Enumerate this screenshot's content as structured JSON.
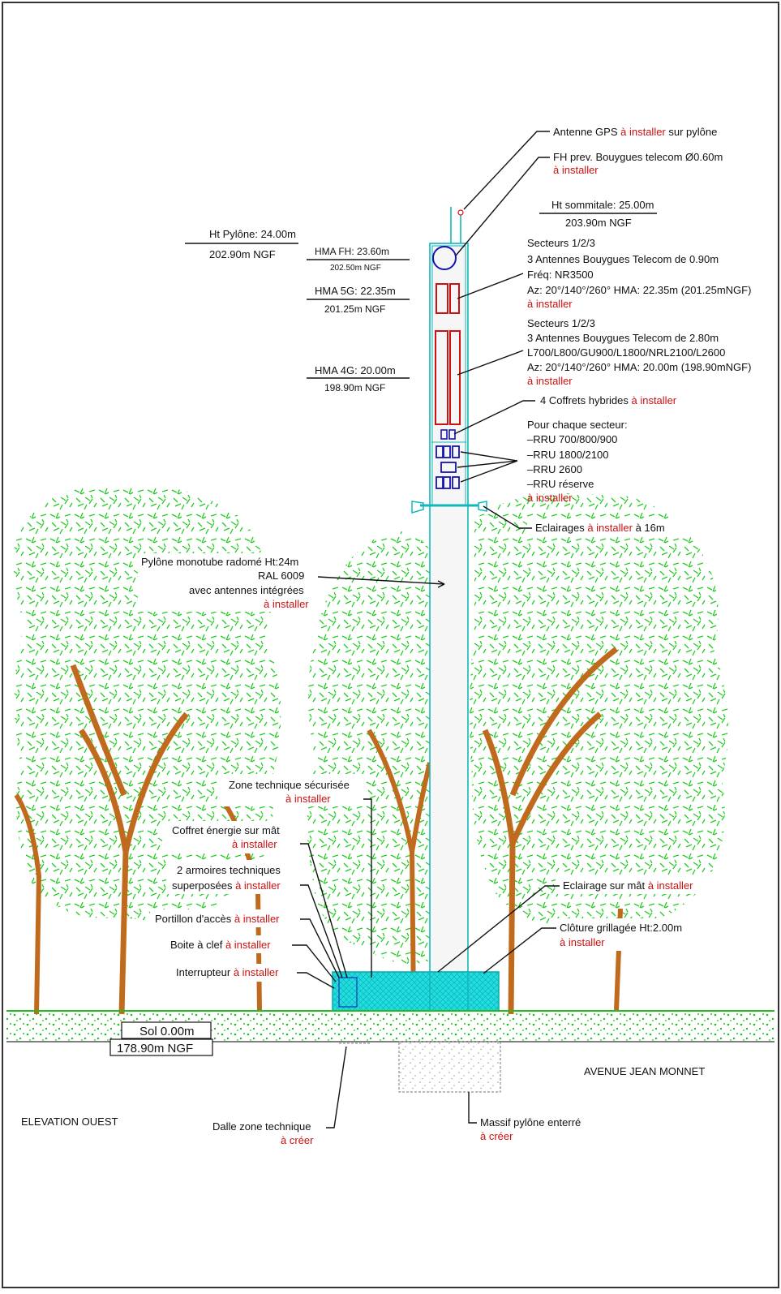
{
  "heights": {
    "pylone_label": "Ht Pylône: 24.00m",
    "pylone_ngf": "202.90m NGF",
    "hma_fh_label": "HMA FH: 23.60m",
    "hma_fh_ngf": "202.50m NGF",
    "hma_5g_label": "HMA 5G: 22.35m",
    "hma_5g_ngf": "201.25m NGF",
    "hma_4g_label": "HMA 4G: 20.00m",
    "hma_4g_ngf": "198.90m NGF",
    "sommitale_label": "Ht sommitale: 25.00m",
    "sommitale_ngf": "203.90m NGF",
    "sol_label": "Sol 0.00m",
    "sol_ngf": "178.90m NGF"
  },
  "callouts_right": {
    "gps_a": "Antenne GPS ",
    "gps_red": "à installer",
    "gps_b": " sur pylône",
    "fh_line1": "FH prev. Bouygues telecom Ø0.60m",
    "fh_red": "à installer",
    "sect5g_l1": "Secteurs 1/2/3",
    "sect5g_l2": "3 Antennes Bouygues Telecom de 0.90m",
    "sect5g_l3": "Fréq: NR3500",
    "sect5g_l4": "Az: 20°/140°/260° HMA: 22.35m (201.25mNGF)",
    "sect5g_red": "à installer",
    "sect4g_l1": "Secteurs 1/2/3",
    "sect4g_l2": "3 Antennes Bouygues Telecom de 2.80m",
    "sect4g_l3": "L700/L800/GU900/L1800/NRL2100/L2600",
    "sect4g_l4": "Az: 20°/140°/260° HMA: 20.00m (198.90mNGF)",
    "sect4g_red": "à installer",
    "coffrets_a": "4 Coffrets hybrides ",
    "coffrets_red": "à installer",
    "rru_l1": "Pour chaque secteur:",
    "rru_l2": "–RRU 700/800/900",
    "rru_l3": "–RRU 1800/2100",
    "rru_l4": "–RRU 2600",
    "rru_l5": "–RRU réserve",
    "rru_red": "à installer",
    "eclair16_a": "Eclairages ",
    "eclair16_red": "à installer",
    "eclair16_b": " à 16m",
    "eclair_mat_a": "Eclairage sur mât ",
    "eclair_mat_red": "à installer",
    "cloture_l1": "Clôture grillagée Ht:2.00m",
    "cloture_red": "à installer"
  },
  "callouts_left": {
    "pylone_l1": "Pylône monotube radomé Ht:24m",
    "pylone_l2": "RAL 6009",
    "pylone_l3": "avec antennes intégrées",
    "pylone_red": "à installer",
    "zone_l1": "Zone technique sécurisée",
    "zone_red": "à installer",
    "coffret_l1": "Coffret énergie sur mât",
    "coffret_red": "à installer",
    "armoires_l1": "2 armoires techniques",
    "armoires_l2a": "superposées ",
    "armoires_red": "à installer",
    "portillon_a": "Portillon d'accès ",
    "portillon_red": "à installer",
    "boite_a": "Boite à clef ",
    "boite_red": "à installer",
    "interrupteur_a": "Interrupteur ",
    "interrupteur_red": "à installer"
  },
  "ground": {
    "avenue": "AVENUE JEAN MONNET",
    "elevation": "ELEVATION OUEST",
    "dalle_l1": "Dalle zone technique",
    "dalle_red": "à créer",
    "massif_l1": "Massif pylône enterré",
    "massif_red": "à créer"
  },
  "colors": {
    "foliage": "#22cc22",
    "trunk": "#c06a1e",
    "antenna_red": "#cc1111",
    "rru_blue": "#1414b4",
    "pylone_cyan": "#10b8b8",
    "zone_cyan": "#22dde0",
    "ground_green": "#22bb22"
  }
}
